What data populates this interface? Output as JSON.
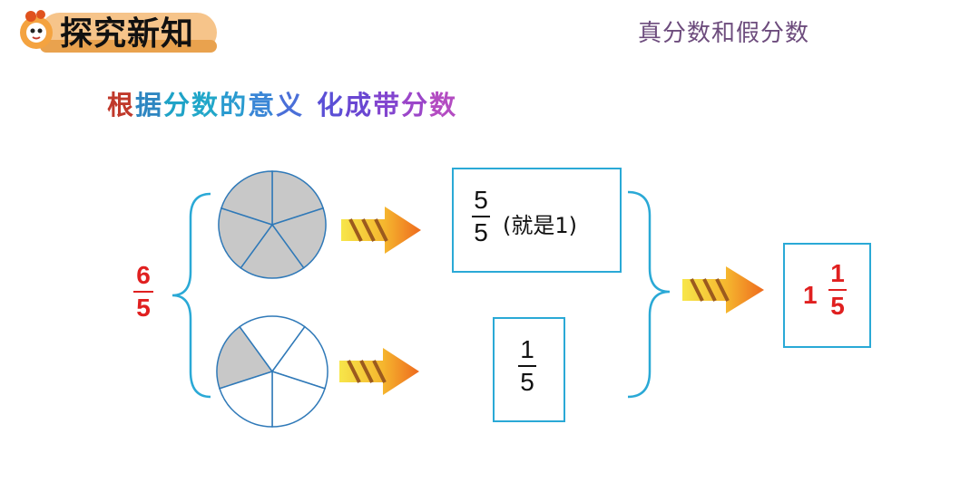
{
  "header": {
    "title": "探究新知"
  },
  "lesson": {
    "title": "真分数和假分数"
  },
  "subtitle": {
    "chars": [
      {
        "ch": "根",
        "color": "#c0392b"
      },
      {
        "ch": "据",
        "color": "#2e86c1"
      },
      {
        "ch": "分",
        "color": "#1fa3c7"
      },
      {
        "ch": "数",
        "color": "#22a7c9"
      },
      {
        "ch": "的",
        "color": "#2a9bd0"
      },
      {
        "ch": "意",
        "color": "#3a86d6"
      },
      {
        "ch": "义",
        "color": "#4a6fd8"
      },
      {
        "ch": " ",
        "color": "#000"
      },
      {
        "ch": "化",
        "color": "#5b4fd6"
      },
      {
        "ch": "成",
        "color": "#6a47d2"
      },
      {
        "ch": "带",
        "color": "#8245cf"
      },
      {
        "ch": "分",
        "color": "#9b46c9"
      },
      {
        "ch": "数",
        "color": "#b34cc2"
      }
    ]
  },
  "source_fraction": {
    "numerator": "6",
    "denominator": "5",
    "color": "#e02020"
  },
  "circle_top": {
    "parts": 5,
    "shaded": 5
  },
  "circle_bottom": {
    "parts": 5,
    "shaded": 1
  },
  "box_top": {
    "numerator": "5",
    "denominator": "5",
    "note": "(就是1)"
  },
  "box_bottom": {
    "numerator": "1",
    "denominator": "5"
  },
  "result": {
    "whole": "1",
    "numerator": "1",
    "denominator": "5",
    "color": "#e02020"
  },
  "colors": {
    "box_border": "#2aa9d6",
    "circle_stroke": "#2f79b8",
    "shade": "#c8c8c8",
    "brace": "#2aa9d6"
  }
}
